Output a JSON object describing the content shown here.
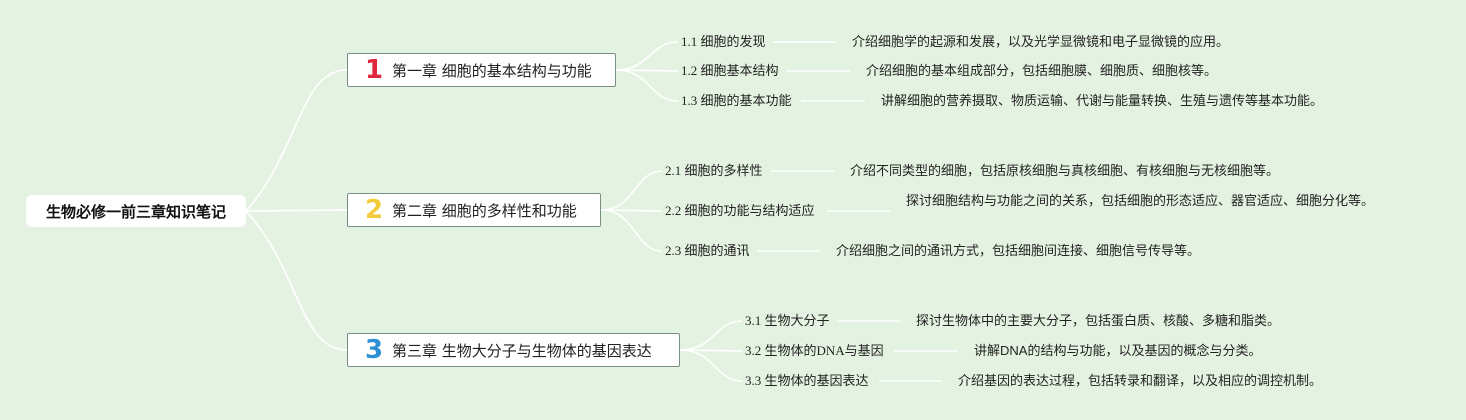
{
  "root": {
    "title": "生物必修一前三章知识笔记"
  },
  "colors": {
    "background": "#e4f3e1",
    "link": "#ffffff",
    "num1": "#e0283c",
    "num2": "#f2cd3b",
    "num3": "#2d8fd5"
  },
  "chapters": [
    {
      "num": "1",
      "title": "第一章 细胞的基本结构与功能",
      "sections": [
        {
          "label": "1.1 细胞的发现",
          "desc": "介绍细胞学的起源和发展，以及光学显微镜和电子显微镜的应用。"
        },
        {
          "label": "1.2 细胞基本结构",
          "desc": "介绍细胞的基本组成部分，包括细胞膜、细胞质、细胞核等。"
        },
        {
          "label": "1.3 细胞的基本功能",
          "desc": "讲解细胞的营养摄取、物质运输、代谢与能量转换、生殖与遗传等基本功能。"
        }
      ]
    },
    {
      "num": "2",
      "title": "第二章 细胞的多样性和功能",
      "sections": [
        {
          "label": "2.1 细胞的多样性",
          "desc": "介绍不同类型的细胞，包括原核细胞与真核细胞、有核细胞与无核细胞等。"
        },
        {
          "label": "2.2 细胞的功能与结构适应",
          "desc": "探讨细胞结构与功能之间的关系，包括细胞的形态适应、器官适应、细胞分化等。"
        },
        {
          "label": "2.3 细胞的通讯",
          "desc": "介绍细胞之间的通讯方式，包括细胞间连接、细胞信号传导等。"
        }
      ]
    },
    {
      "num": "3",
      "title": "第三章 生物大分子与生物体的基因表达",
      "sections": [
        {
          "label": "3.1 生物大分子",
          "desc": "探讨生物体中的主要大分子，包括蛋白质、核酸、多糖和脂类。"
        },
        {
          "label": "3.2 生物体的DNA与基因",
          "desc": "讲解DNA的结构与功能，以及基因的概念与分类。"
        },
        {
          "label": "3.3 生物体的基因表达",
          "desc": "介绍基因的表达过程，包括转录和翻译，以及相应的调控机制。"
        }
      ]
    }
  ]
}
